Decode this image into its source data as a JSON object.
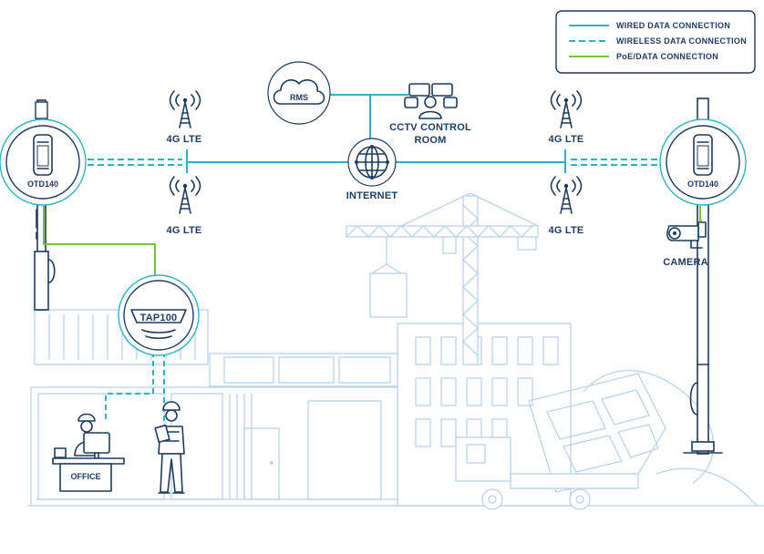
{
  "legend": {
    "wired": "WIRED DATA CONNECTION",
    "wireless": "WIRELESS DATA CONNECTION",
    "poe": "PoE/DATA CONNECTION"
  },
  "nodes": {
    "rms": "RMS",
    "cctv_line1": "CCTV CONTROL",
    "cctv_line2": "ROOM",
    "internet": "INTERNET",
    "lte_top_left": "4G LTE",
    "lte_bottom_left": "4G LTE",
    "lte_top_right": "4G LTE",
    "lte_bottom_right": "4G LTE",
    "otd_left": "OTD140",
    "otd_right": "OTD140",
    "tap": "TAP100",
    "camera": "CAMERA",
    "office": "OFFICE"
  },
  "colors": {
    "wired": "#2bb3c6",
    "wireless": "#2bb3c6",
    "poe": "#7ac143",
    "ink": "#1e3a5f",
    "building": "#b9d3ea"
  }
}
